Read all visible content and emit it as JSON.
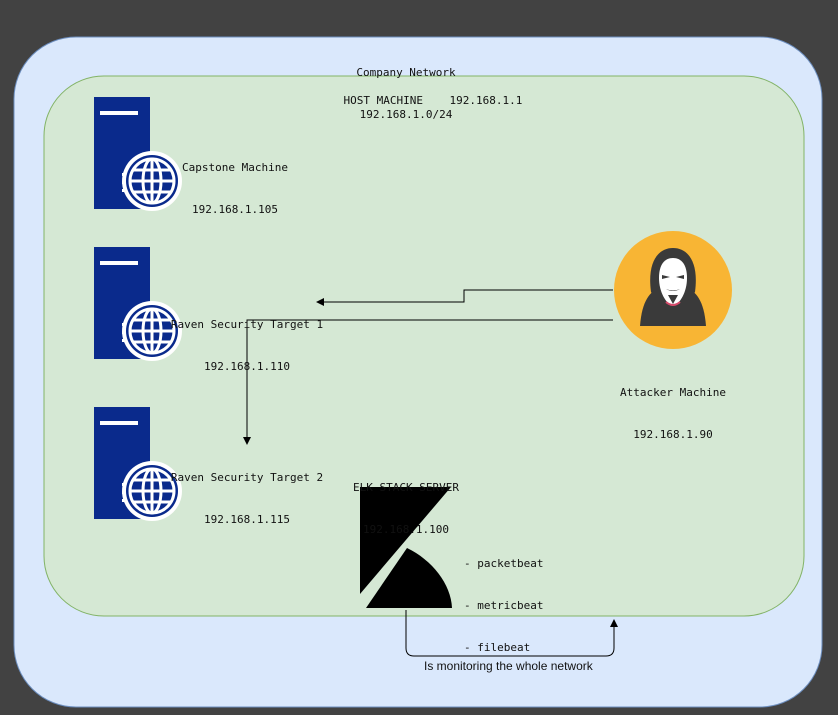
{
  "company_network": {
    "title": "Company Network",
    "subnet": "192.168.1.0/24"
  },
  "host_machine": {
    "title": "HOST MACHINE",
    "ip": "192.168.1.1"
  },
  "nodes": {
    "capstone": {
      "name": "Capstone Machine",
      "ip": "192.168.1.105",
      "icon": "server-globe-icon"
    },
    "target1": {
      "name": "Raven Security Target 1",
      "ip": "192.168.1.110",
      "icon": "server-globe-icon"
    },
    "target2": {
      "name": "Raven Security Target 2",
      "ip": "192.168.1.115",
      "icon": "server-globe-icon"
    },
    "attacker": {
      "name": "Attacker Machine",
      "ip": "192.168.1.90",
      "icon": "hacker-anonymous-icon"
    },
    "elk": {
      "name": "ELK STACK SERVER",
      "ip": "192.168.1.100",
      "icon": "kibana-logo-icon",
      "beats": [
        "- packetbeat",
        "- metricbeat",
        "- filebeat"
      ]
    }
  },
  "edges": {
    "monitoring_label": "Is monitoring the whole network"
  },
  "colors": {
    "background": "#424242",
    "company_fill": "#dae8fc",
    "company_stroke": "#6c8ebf",
    "host_fill": "#d5e8d4",
    "host_stroke": "#82b366",
    "server_blue": "#0a2a8c",
    "attacker_circle": "#f8b534"
  }
}
